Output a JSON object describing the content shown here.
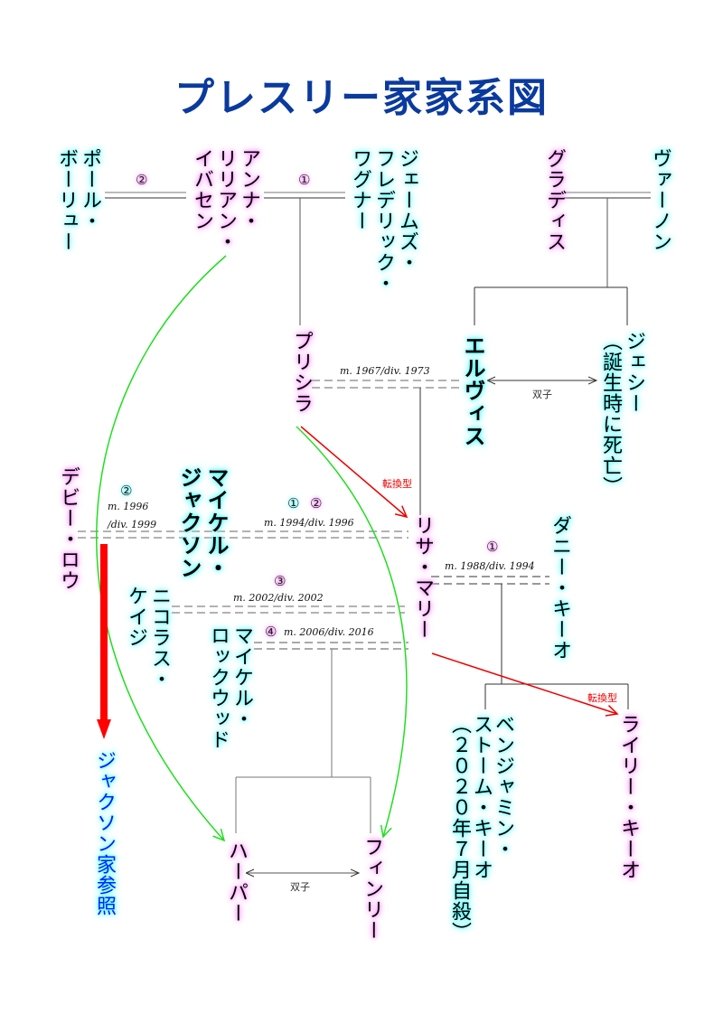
{
  "title": "プレスリー家家系図",
  "people": {
    "paul": "ポール・\nボーリュー",
    "anna": "アンナ・\nリリアン・\nイバセン",
    "james": "ジェームズ・\nフレデリック・\nワグナー",
    "gladys": "グラディス",
    "vernon": "ヴァーノン",
    "priscilla": "プリシラ",
    "elvis": "エルヴィス",
    "jesse": "ジェシー\n（誕生時に死亡）",
    "debbie": "デビー・ロウ",
    "michael_j": "マイケル・\nジャクソン",
    "lisa": "リサ・マリー",
    "danny": "ダニー・キーオ",
    "nicolas": "ニコラス・\nケイジ",
    "michael_l": "マイケル・\nロックウッド",
    "benjamin": "ベンジャミン・\nストーム・キーオ\n（２０２０年７月自殺）",
    "riley": "ライリー・キーオ",
    "harper": "ハーパー",
    "finley": "フィンリー",
    "jackson_ref": "ジャクソン家参照"
  },
  "marriages": {
    "anna_paul_num": "②",
    "anna_james_num": "①",
    "priscilla_elvis": "m. 1967/div. 1973",
    "debbie_mj_num": "②",
    "debbie_mj_1": "m. 1996",
    "debbie_mj_2": "/div. 1999",
    "lisa_mj_num1": "①",
    "lisa_mj_num2": "②",
    "lisa_mj": "m. 1994/div. 1996",
    "lisa_danny_num": "①",
    "lisa_danny": "m. 1988/div. 1994",
    "lisa_nicolas_num": "③",
    "lisa_nicolas": "m. 2002/div. 2002",
    "lisa_ml_num": "④",
    "lisa_ml": "m. 2006/div. 2016"
  },
  "annotations": {
    "twins": "双子",
    "conversion": "転換型"
  },
  "colors": {
    "title": "#0a3a9e",
    "female_glow": "#ff66ff",
    "male_glow": "#33ffff",
    "conversion_arrow": "#ee0000",
    "grandparent_arrow": "#22dd22",
    "reference_arrow": "#ff0000",
    "reference_text": "#0020ff"
  }
}
